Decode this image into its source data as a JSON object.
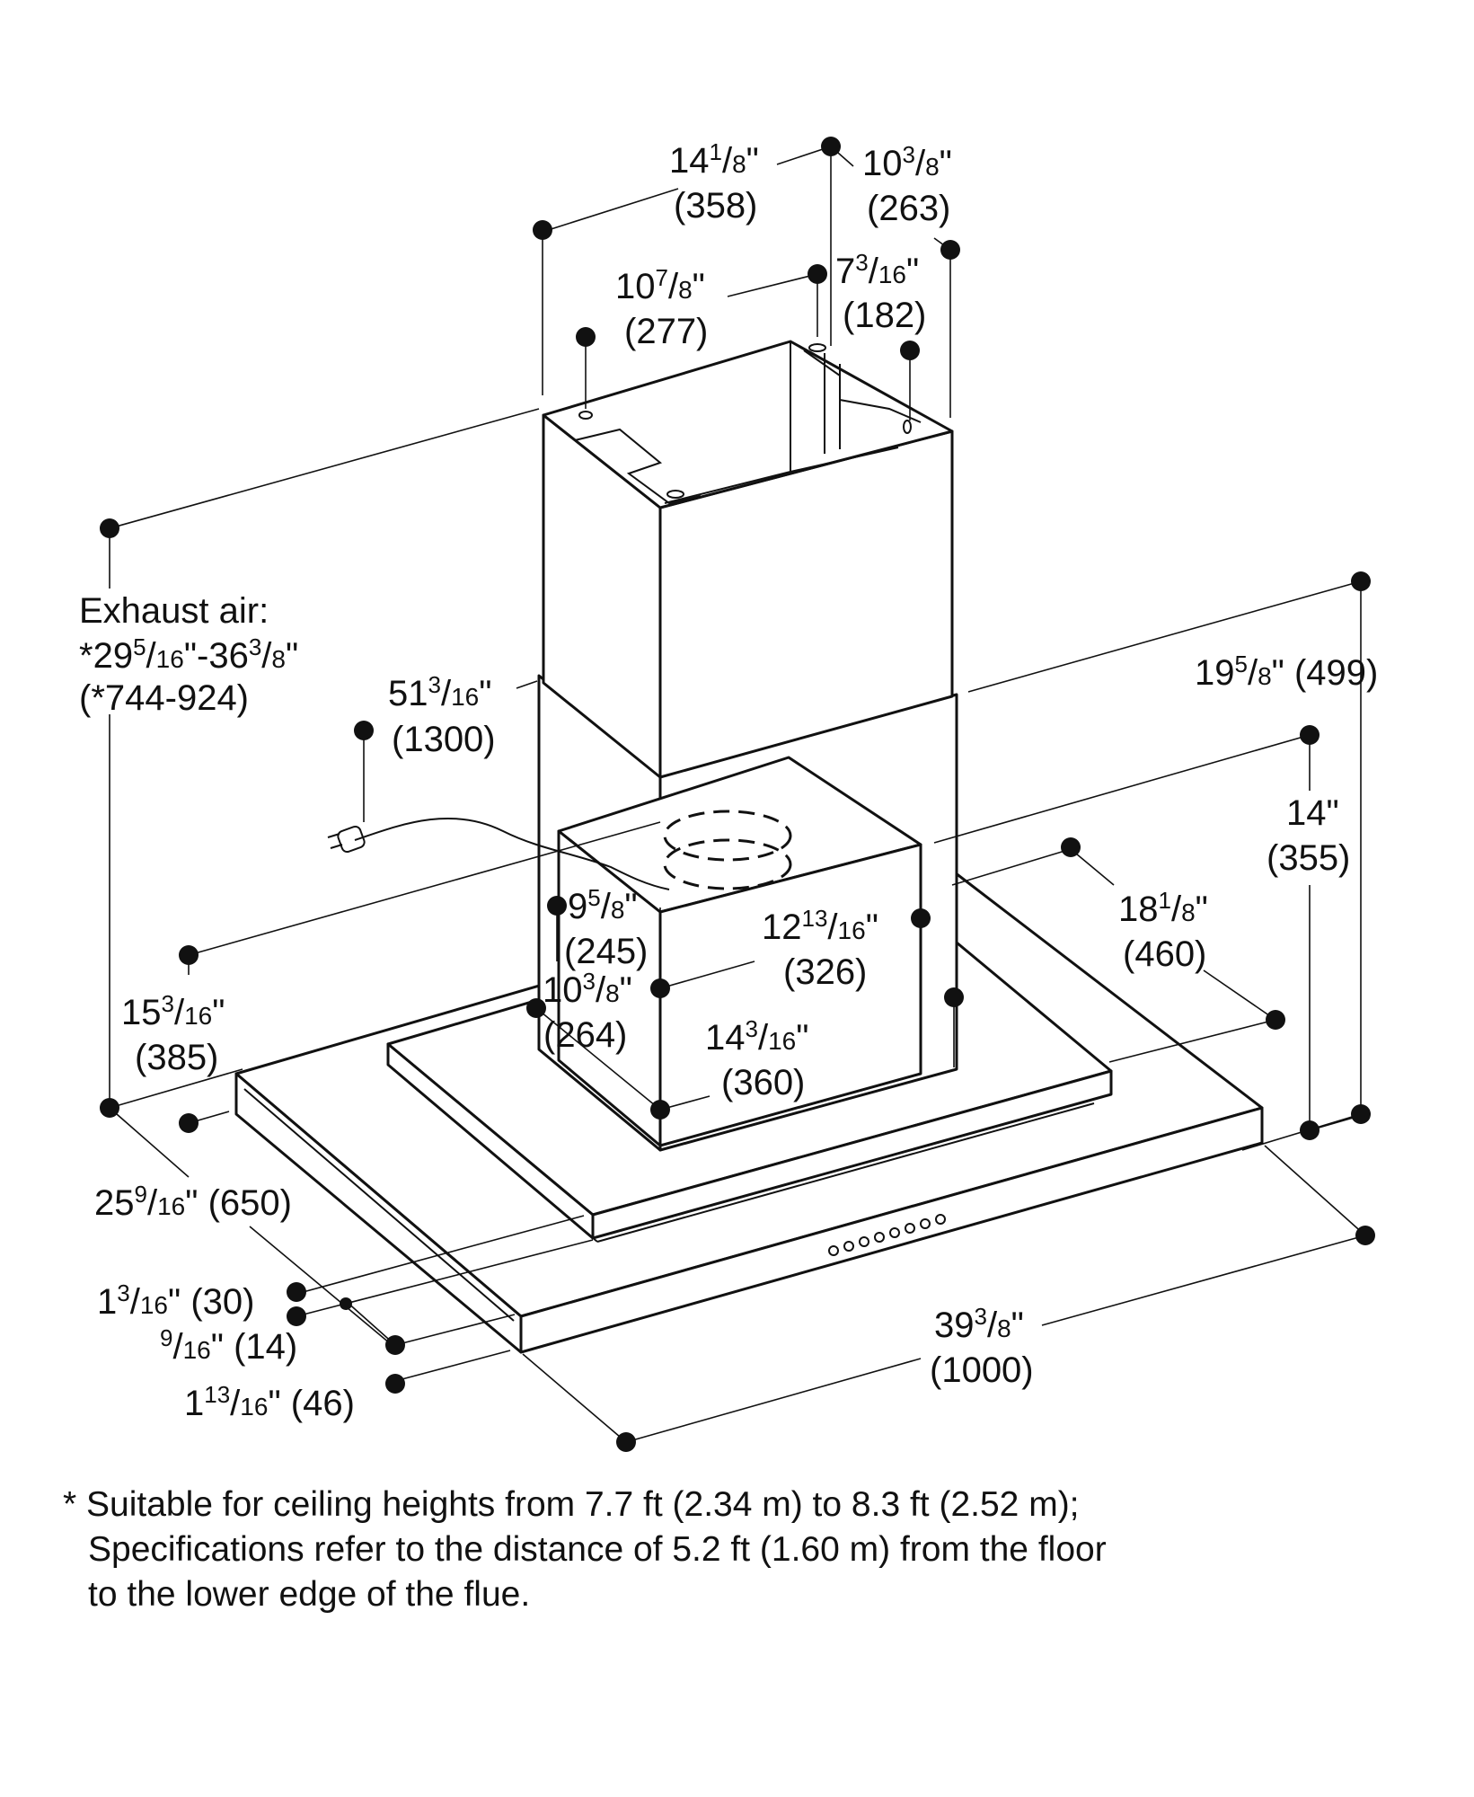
{
  "colors": {
    "ink": "#111111",
    "background": "#ffffff"
  },
  "labels": {
    "top_left_in": "14",
    "top_left_in_num": "1",
    "top_left_in_den": "8",
    "top_left_mm": "(358)",
    "top_right_in": "10",
    "top_right_in_num": "3",
    "top_right_in_den": "8",
    "top_right_mm": "(263)",
    "duct_a_in": "10",
    "duct_a_in_num": "7",
    "duct_a_in_den": "8",
    "duct_a_mm": "(277)",
    "duct_b_in": "7",
    "duct_b_in_num": "3",
    "duct_b_in_den": "16",
    "duct_b_mm": "(182)",
    "exhaust_title": "Exhaust air:",
    "exhaust_in_a": "*29",
    "exhaust_in_a_num": "5",
    "exhaust_in_a_den": "16",
    "exhaust_in_b": "-36",
    "exhaust_in_b_num": "3",
    "exhaust_in_b_den": "8",
    "exhaust_mm": "(*744-924)",
    "total_h_in": "51",
    "total_h_in_num": "3",
    "total_h_in_den": "16",
    "total_h_mm": "(1300)",
    "right_h_in": "19",
    "right_h_in_num": "5",
    "right_h_in_den": "8",
    "right_h_mm": "(499)",
    "right_h2_in": "14\"",
    "right_h2_mm": "(355)",
    "inner_h_in": "9",
    "inner_h_in_num": "5",
    "inner_h_in_den": "8",
    "inner_h_mm": "(245)",
    "inner_w_in": "12",
    "inner_w_in_num": "13",
    "inner_w_in_den": "16",
    "inner_w_mm": "(326)",
    "right_d_in": "18",
    "right_d_in_num": "1",
    "right_d_in_den": "8",
    "right_d_mm": "(460)",
    "left_d_in": "15",
    "left_d_in_num": "3",
    "left_d_in_den": "16",
    "left_d_mm": "(385)",
    "col_d_in": "10",
    "col_d_in_num": "3",
    "col_d_in_den": "8",
    "col_d_mm": "(264)",
    "col_w_in": "14",
    "col_w_in_num": "3",
    "col_w_in_den": "16",
    "col_w_mm": "(360)",
    "depth_in": "25",
    "depth_in_num": "9",
    "depth_in_den": "16",
    "depth_mm": "(650)",
    "t1_in": "1",
    "t1_in_num": "3",
    "t1_in_den": "16",
    "t1_mm": "(30)",
    "t2_in_num": "9",
    "t2_in_den": "16",
    "t2_mm": "(14)",
    "t3_in": "1",
    "t3_in_num": "13",
    "t3_in_den": "16",
    "t3_mm": "(46)",
    "width_in": "39",
    "width_in_num": "3",
    "width_in_den": "8",
    "width_mm": "(1000)"
  },
  "footnote": [
    "* Suitable for ceiling heights from 7.7 ft (2.34 m) to 8.3 ft (2.52 m);",
    "Specifications refer to the distance of 5.2 ft (1.60 m) from the floor",
    "to the lower edge of the flue."
  ]
}
